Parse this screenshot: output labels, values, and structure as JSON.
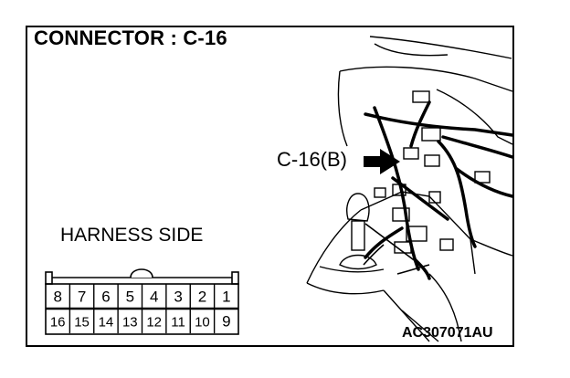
{
  "header": {
    "title": "CONNECTOR : C-16"
  },
  "callout": {
    "label": "C-16(B)"
  },
  "connector": {
    "side_label": "HARNESS SIDE",
    "top_row": [
      "8",
      "7",
      "6",
      "5",
      "4",
      "3",
      "2",
      "1"
    ],
    "bottom_row": [
      "16",
      "15",
      "14",
      "13",
      "12",
      "11",
      "10",
      "9"
    ]
  },
  "footer": {
    "code": "AC307071AU"
  }
}
